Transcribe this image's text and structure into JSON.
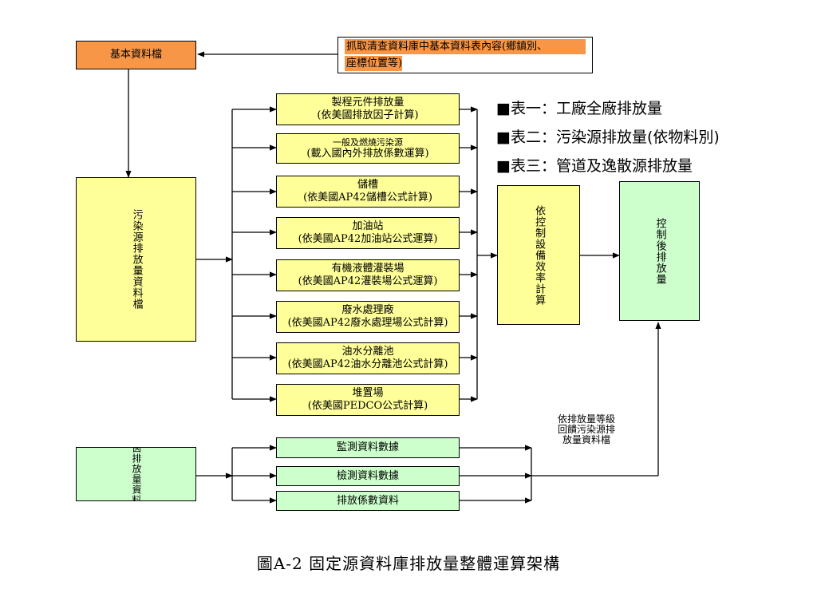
{
  "note": {
    "line1": "抓取清查資料庫中基本資料表內容(鄉鎮別、",
    "line2": "座標位置等)"
  },
  "basic_file": "基本資料檔",
  "pollution_file": "污染源排放量資料檔",
  "stack_file": "煙囪排放量資料檔",
  "calc_boxes": [
    {
      "line1": "製程元件排放量",
      "line2": "(依美國排放因子計算)"
    },
    {
      "line1": "一般及燃燒污染源",
      "line2": "(載入國內外排放係數運算)"
    },
    {
      "line1": "儲槽",
      "line2": "(依美國AP42儲槽公式計算)"
    },
    {
      "line1": "加油站",
      "line2": "(依美國AP42加油站公式運算)"
    },
    {
      "line1": "有機液體灌裝場",
      "line2": "(依美國AP42灌裝場公式運算)"
    },
    {
      "line1": "廢水處理廠",
      "line2": "(依美國AP42廢水處理場公式計算)"
    },
    {
      "line1": "油水分離池",
      "line2": "(依美國AP42油水分離池公式計算)"
    },
    {
      "line1": "堆置場",
      "line2": "(依美國PEDCO公式計算)"
    }
  ],
  "data_boxes": [
    "監測資料數據",
    "檢測資料數據",
    "排放係數資料"
  ],
  "control_efficiency": "依控制設備效率計算",
  "after_control": "控制後排放量",
  "legend": [
    "■表一：工廠全廠排放量",
    "■表二：污染源排放量(依物料別)",
    "■表三：管道及逸散源排放量"
  ],
  "feedback": [
    "依排放量等級",
    "回饋污染源排",
    "放量資料檔"
  ],
  "caption": "圖A-2 固定源資料庫排放量整體運算架構",
  "colors": {
    "calc_fill": "#ffff99",
    "data_fill": "#ccffcc",
    "basic_fill": "#f79646"
  }
}
